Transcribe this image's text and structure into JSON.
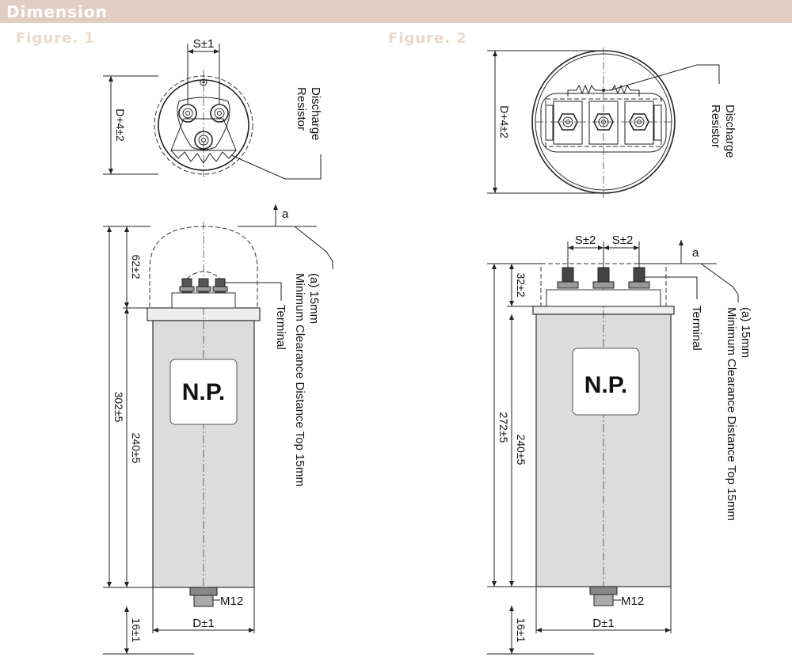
{
  "header": {
    "title": "Dimension"
  },
  "figure1": {
    "label": "Figure. 1",
    "top_spacing": "S±1",
    "top_diameter": "D+4±2",
    "discharge_line1": "Discharge",
    "discharge_line2": "Resistor",
    "clearance_a": "a",
    "clearance_line1": "(a) 15mm",
    "clearance_line2": "Minimum Clearance Distance Top 15mm",
    "terminal": "Terminal",
    "terminal_height": "62±2",
    "total_height": "302±5",
    "body_height": "240±5",
    "nameplate": "N.P.",
    "stud": "M12",
    "diameter": "D±1",
    "stud_height": "16±1"
  },
  "figure2": {
    "label": "Figure. 2",
    "top_diameter": "D+4±2",
    "discharge_line1": "Discharge",
    "discharge_line2": "Resistor",
    "spacing_left": "S±2",
    "spacing_right": "S±2",
    "clearance_a": "a",
    "clearance_line1": "(a) 15mm",
    "clearance_line2": "Minimum Clearance Distance Top 15mm",
    "terminal": "Terminal",
    "terminal_height": "32±2",
    "total_height": "272±5",
    "body_height": "240±5",
    "nameplate": "N.P.",
    "stud": "M12",
    "diameter": "D±1",
    "stud_height": "16±1"
  }
}
